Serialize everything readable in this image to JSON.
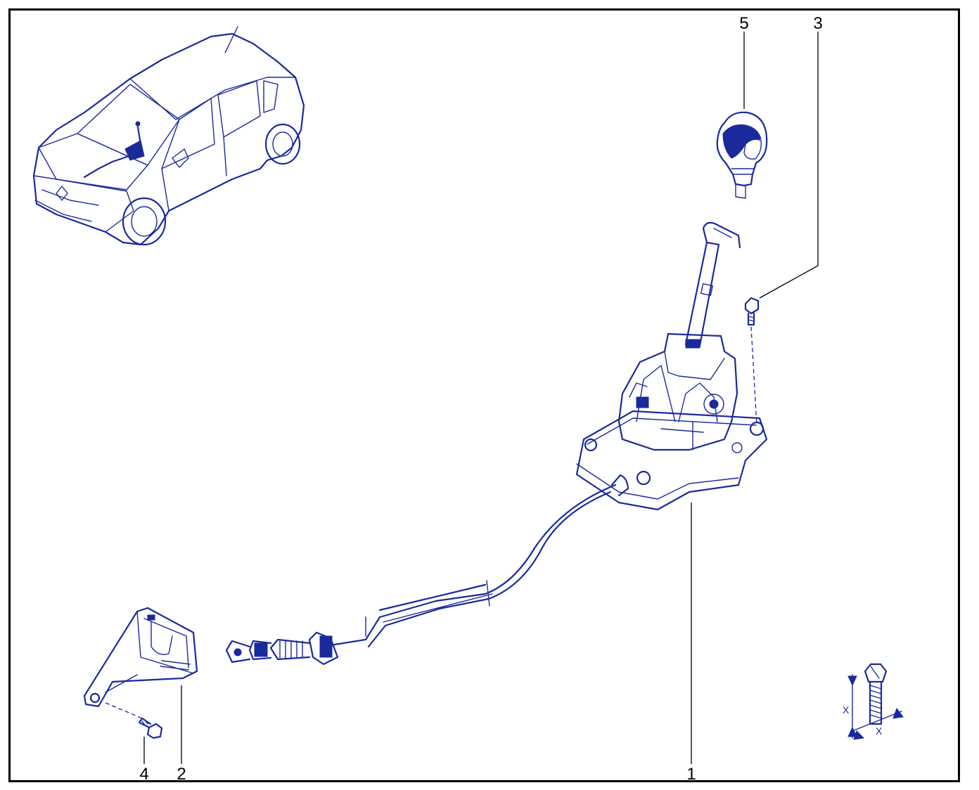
{
  "part_labels": {
    "p1": "1",
    "p2": "2",
    "p3": "3",
    "p4": "4",
    "p5": "5"
  },
  "torque_symbol": {
    "x_left": "X",
    "x_right": "X"
  },
  "colors": {
    "line_art": "#1a2a9c",
    "frame": "#000000",
    "background": "#ffffff"
  }
}
